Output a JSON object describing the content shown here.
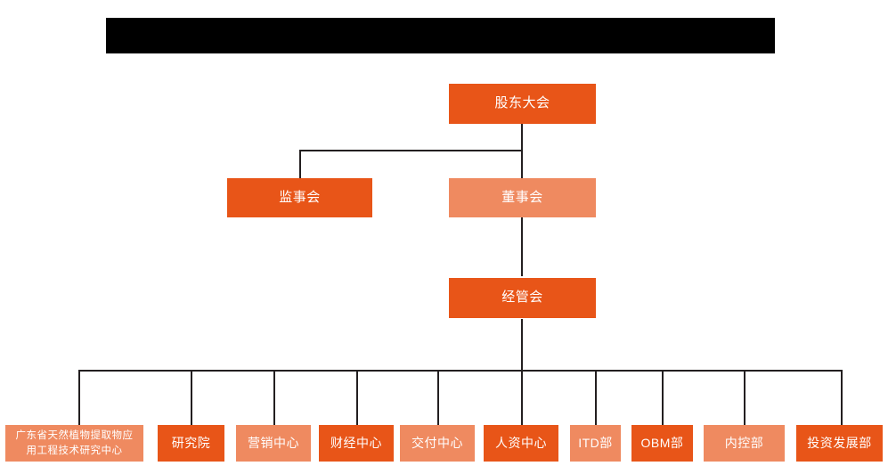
{
  "page": {
    "background_color": "#ffffff",
    "title_bar": {
      "label": "",
      "state": "redacted-black-bar",
      "color": "#000000"
    }
  },
  "palette": {
    "dark_orange": "#E85518",
    "light_orange": "#EF8A60",
    "connector": "#231f20",
    "text": "#ffffff"
  },
  "chart_data": {
    "type": "org-chart",
    "title": "",
    "orientation": "top-down",
    "levels": 4,
    "nodes": [
      {
        "id": "n1",
        "label": "股东大会",
        "level": 1,
        "color": "#E85518",
        "tone": "dark",
        "parent": null
      },
      {
        "id": "n2",
        "label": "监事会",
        "level": 2,
        "color": "#E85518",
        "tone": "dark",
        "parent": "n1"
      },
      {
        "id": "n3",
        "label": "董事会",
        "level": 2,
        "color": "#EF8A60",
        "tone": "light",
        "parent": "n1"
      },
      {
        "id": "n4",
        "label": "经管会",
        "level": 3,
        "color": "#E85518",
        "tone": "dark",
        "parent": "n3"
      },
      {
        "id": "d1",
        "label": "广东省天然植物提取物应\n用工程技术研究中心",
        "level": 4,
        "color": "#EF8A60",
        "tone": "light",
        "parent": "n4"
      },
      {
        "id": "d2",
        "label": "研究院",
        "level": 4,
        "color": "#E85518",
        "tone": "dark",
        "parent": "n4"
      },
      {
        "id": "d3",
        "label": "营销中心",
        "level": 4,
        "color": "#EF8A60",
        "tone": "light",
        "parent": "n4"
      },
      {
        "id": "d4",
        "label": "财经中心",
        "level": 4,
        "color": "#E85518",
        "tone": "dark",
        "parent": "n4"
      },
      {
        "id": "d5",
        "label": "交付中心",
        "level": 4,
        "color": "#EF8A60",
        "tone": "light",
        "parent": "n4"
      },
      {
        "id": "d6",
        "label": "人资中心",
        "level": 4,
        "color": "#E85518",
        "tone": "dark",
        "parent": "n4"
      },
      {
        "id": "d7",
        "label": "ITD部",
        "level": 4,
        "color": "#EF8A60",
        "tone": "light",
        "parent": "n4"
      },
      {
        "id": "d8",
        "label": "OBM部",
        "level": 4,
        "color": "#E85518",
        "tone": "dark",
        "parent": "n4"
      },
      {
        "id": "d9",
        "label": "内控部",
        "level": 4,
        "color": "#EF8A60",
        "tone": "light",
        "parent": "n4"
      },
      {
        "id": "d10",
        "label": "投资发展部",
        "level": 4,
        "color": "#E85518",
        "tone": "dark",
        "parent": "n4"
      }
    ],
    "edges": [
      {
        "from": "n1",
        "to": "n2"
      },
      {
        "from": "n1",
        "to": "n3"
      },
      {
        "from": "n3",
        "to": "n4"
      },
      {
        "from": "n4",
        "to": "d1"
      },
      {
        "from": "n4",
        "to": "d2"
      },
      {
        "from": "n4",
        "to": "d3"
      },
      {
        "from": "n4",
        "to": "d4"
      },
      {
        "from": "n4",
        "to": "d5"
      },
      {
        "from": "n4",
        "to": "d6"
      },
      {
        "from": "n4",
        "to": "d7"
      },
      {
        "from": "n4",
        "to": "d8"
      },
      {
        "from": "n4",
        "to": "d9"
      },
      {
        "from": "n4",
        "to": "d10"
      }
    ]
  }
}
